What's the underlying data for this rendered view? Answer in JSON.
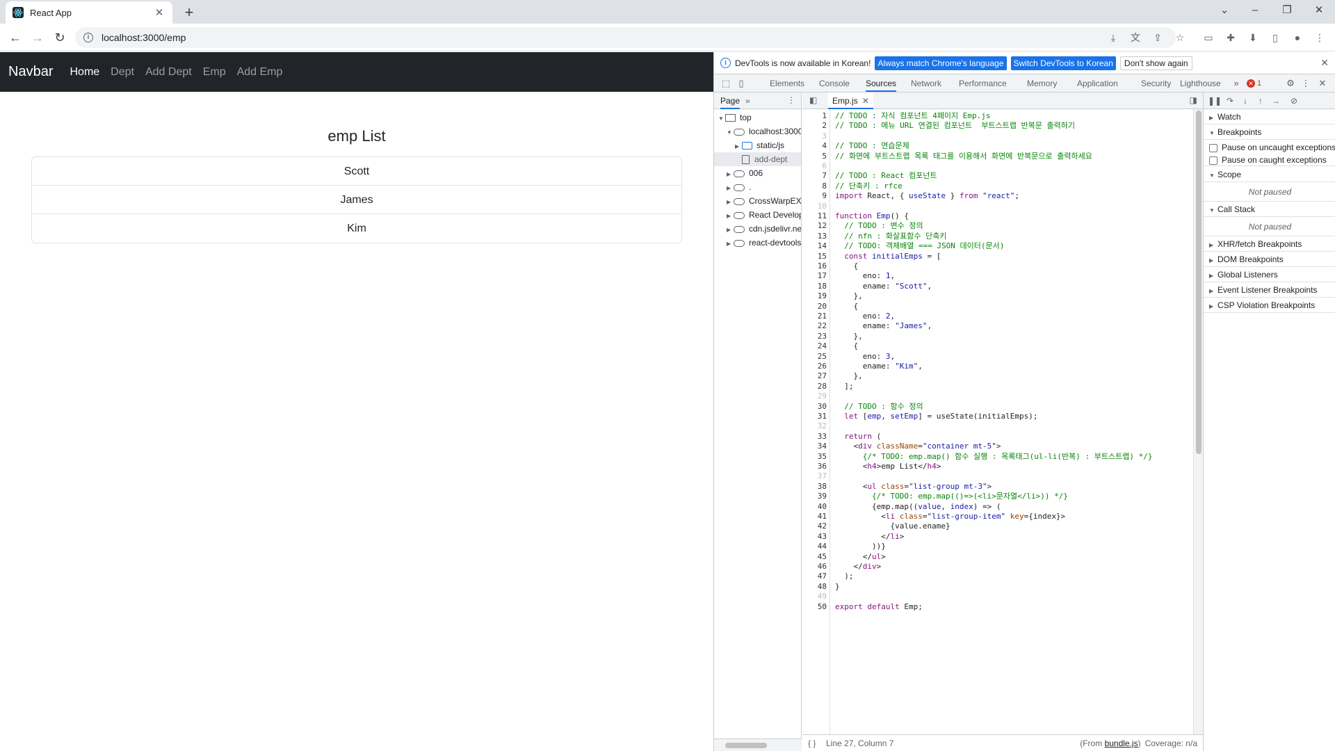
{
  "browser": {
    "tab_title": "React App",
    "url": "localhost:3000/emp"
  },
  "app": {
    "brand": "Navbar",
    "nav": [
      "Home",
      "Dept",
      "Add Dept",
      "Emp",
      "Add Emp"
    ],
    "list_title": "emp List",
    "employees": [
      "Scott",
      "James",
      "Kim"
    ]
  },
  "devtools": {
    "infobar": {
      "message": "DevTools is now available in Korean!",
      "btn_match": "Always match Chrome's language",
      "btn_switch": "Switch DevTools to Korean",
      "btn_dismiss": "Don't show again"
    },
    "tabs": [
      "Elements",
      "Console",
      "Sources",
      "Network",
      "Performance",
      "Memory",
      "Application",
      "Security",
      "Lighthouse"
    ],
    "selected_tab": "Sources",
    "error_count": "1",
    "navigator": {
      "tab": "Page",
      "tree": [
        {
          "label": "top",
          "level": 0,
          "type": "frame",
          "open": true
        },
        {
          "label": "localhost:3000",
          "level": 1,
          "type": "cloud",
          "open": true
        },
        {
          "label": "static/js",
          "level": 2,
          "type": "folder",
          "open": false
        },
        {
          "label": "add-dept",
          "level": 2,
          "type": "file",
          "open": null
        },
        {
          "label": "006",
          "level": 1,
          "type": "cloud",
          "open": false
        },
        {
          "label": ".",
          "level": 1,
          "type": "cloud",
          "open": false
        },
        {
          "label": "CrossWarpEX",
          "level": 1,
          "type": "cloud",
          "open": false
        },
        {
          "label": "React Develop",
          "level": 1,
          "type": "cloud",
          "open": false
        },
        {
          "label": "cdn.jsdelivr.ne",
          "level": 1,
          "type": "cloud",
          "open": false
        },
        {
          "label": "react-devtools",
          "level": 1,
          "type": "cloud",
          "open": false
        }
      ]
    },
    "editor": {
      "file_tab": "Emp.js",
      "lines": [
        [
          [
            "// TODO : 자식 컴포넌트 4페이지 Emp.js",
            "comment"
          ]
        ],
        [
          [
            "// TODO : 메뉴 URL 연결된 컴포넌트  부트스트랩 반복문 출력하기",
            "comment"
          ]
        ],
        [],
        [
          [
            "// TODO : 연습문제",
            "comment"
          ]
        ],
        [
          [
            "// 화면에 부트스트랩 목록 태그를 이용해서 화면에 반복문으로 출력하세요",
            "comment"
          ]
        ],
        [],
        [
          [
            "// TODO : React 컴포넌트",
            "comment"
          ]
        ],
        [
          [
            "// 단축키 : rfce",
            "comment"
          ]
        ],
        [
          [
            "import",
            "kw"
          ],
          [
            " React, { ",
            "def"
          ],
          [
            "useState",
            "var"
          ],
          [
            " } ",
            "def"
          ],
          [
            "from",
            "kw"
          ],
          [
            " ",
            "def"
          ],
          [
            "\"react\"",
            "str"
          ],
          [
            ";",
            "def"
          ]
        ],
        [],
        [
          [
            "function",
            "kw"
          ],
          [
            " ",
            "def"
          ],
          [
            "Emp",
            "var"
          ],
          [
            "() {",
            "def"
          ]
        ],
        [
          [
            "  // TODO : 변수 정의",
            "comment"
          ]
        ],
        [
          [
            "  // nfn : 화살표함수 단축키",
            "comment"
          ]
        ],
        [
          [
            "  // TODO: 객체배열 === JSON 데이터(문서)",
            "comment"
          ]
        ],
        [
          [
            "  ",
            "def"
          ],
          [
            "const",
            "kw"
          ],
          [
            " ",
            "def"
          ],
          [
            "initialEmps",
            "var"
          ],
          [
            " = [",
            "def"
          ]
        ],
        [
          [
            "    {",
            "def"
          ]
        ],
        [
          [
            "      eno: ",
            "def"
          ],
          [
            "1",
            "num"
          ],
          [
            ",",
            "def"
          ]
        ],
        [
          [
            "      ename: ",
            "def"
          ],
          [
            "\"Scott\"",
            "str"
          ],
          [
            ",",
            "def"
          ]
        ],
        [
          [
            "    },",
            "def"
          ]
        ],
        [
          [
            "    {",
            "def"
          ]
        ],
        [
          [
            "      eno: ",
            "def"
          ],
          [
            "2",
            "num"
          ],
          [
            ",",
            "def"
          ]
        ],
        [
          [
            "      ename: ",
            "def"
          ],
          [
            "\"James\"",
            "str"
          ],
          [
            ",",
            "def"
          ]
        ],
        [
          [
            "    },",
            "def"
          ]
        ],
        [
          [
            "    {",
            "def"
          ]
        ],
        [
          [
            "      eno: ",
            "def"
          ],
          [
            "3",
            "num"
          ],
          [
            ",",
            "def"
          ]
        ],
        [
          [
            "      ename: ",
            "def"
          ],
          [
            "\"Kim\"",
            "str"
          ],
          [
            ",",
            "def"
          ]
        ],
        [
          [
            "    },",
            "def"
          ]
        ],
        [
          [
            "  ];",
            "def"
          ]
        ],
        [],
        [
          [
            "  // TODO : 함수 정의",
            "comment"
          ]
        ],
        [
          [
            "  ",
            "def"
          ],
          [
            "let",
            "kw"
          ],
          [
            " [",
            "def"
          ],
          [
            "emp",
            "var"
          ],
          [
            ", ",
            "def"
          ],
          [
            "setEmp",
            "var"
          ],
          [
            "] = useState(initialEmps);",
            "def"
          ]
        ],
        [],
        [
          [
            "  ",
            "def"
          ],
          [
            "return",
            "kw"
          ],
          [
            " (",
            "def"
          ]
        ],
        [
          [
            "    <",
            "def"
          ],
          [
            "div",
            "tag"
          ],
          [
            " ",
            "def"
          ],
          [
            "className",
            "attr"
          ],
          [
            "=",
            "def"
          ],
          [
            "\"container mt-5\"",
            "str"
          ],
          [
            ">",
            "def"
          ]
        ],
        [
          [
            "      {/* TODO: emp.map() 함수 실행 : 목록태그(ul-li(반복) : 부트스트랩) */}",
            "comment"
          ]
        ],
        [
          [
            "      <",
            "def"
          ],
          [
            "h4",
            "tag"
          ],
          [
            ">emp List</",
            "def"
          ],
          [
            "h4",
            "tag"
          ],
          [
            ">",
            "def"
          ]
        ],
        [],
        [
          [
            "      <",
            "def"
          ],
          [
            "ul",
            "tag"
          ],
          [
            " ",
            "def"
          ],
          [
            "class",
            "attr"
          ],
          [
            "=",
            "def"
          ],
          [
            "\"list-group mt-3\"",
            "str"
          ],
          [
            ">",
            "def"
          ]
        ],
        [
          [
            "        {/* TODO: emp.map(()=>(<li>문자열</li>)) */}",
            "comment"
          ]
        ],
        [
          [
            "        {emp.map((",
            "def"
          ],
          [
            "value",
            "var"
          ],
          [
            ", ",
            "def"
          ],
          [
            "index",
            "var"
          ],
          [
            ") => (",
            "def"
          ]
        ],
        [
          [
            "          <",
            "def"
          ],
          [
            "li",
            "tag"
          ],
          [
            " ",
            "def"
          ],
          [
            "class",
            "attr"
          ],
          [
            "=",
            "def"
          ],
          [
            "\"list-group-item\"",
            "str"
          ],
          [
            " ",
            "def"
          ],
          [
            "key",
            "attr"
          ],
          [
            "={index}>",
            "def"
          ]
        ],
        [
          [
            "            {value.ename}",
            "def"
          ]
        ],
        [
          [
            "          </",
            "def"
          ],
          [
            "li",
            "tag"
          ],
          [
            ">",
            "def"
          ]
        ],
        [
          [
            "        ))}",
            "def"
          ]
        ],
        [
          [
            "      </",
            "def"
          ],
          [
            "ul",
            "tag"
          ],
          [
            ">",
            "def"
          ]
        ],
        [
          [
            "    </",
            "def"
          ],
          [
            "div",
            "tag"
          ],
          [
            ">",
            "def"
          ]
        ],
        [
          [
            "  );",
            "def"
          ]
        ],
        [
          [
            "}",
            "def"
          ]
        ],
        [],
        [
          [
            "export",
            "kw"
          ],
          [
            " ",
            "def"
          ],
          [
            "default",
            "kw"
          ],
          [
            " Emp;",
            "def"
          ]
        ]
      ],
      "status_position": "Line 27, Column 7",
      "status_from_prefix": "(From ",
      "status_from_link": "bundle.js",
      "status_from_suffix": ")",
      "status_coverage": "Coverage: n/a"
    },
    "debugger": {
      "watch": "Watch",
      "breakpoints": "Breakpoints",
      "pause_uncaught": "Pause on uncaught exceptions",
      "pause_caught": "Pause on caught exceptions",
      "scope": "Scope",
      "not_paused": "Not paused",
      "call_stack": "Call Stack",
      "collapsed_panes": [
        "XHR/fetch Breakpoints",
        "DOM Breakpoints",
        "Global Listeners",
        "Event Listener Breakpoints",
        "CSP Violation Breakpoints"
      ]
    }
  }
}
